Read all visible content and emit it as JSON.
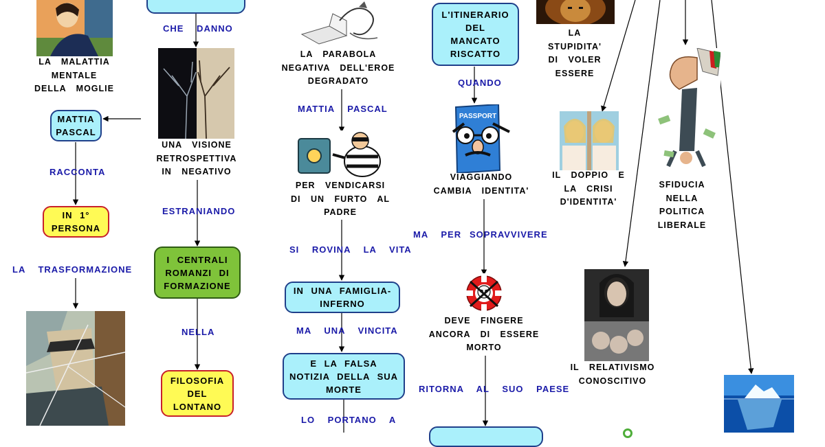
{
  "nodes": {
    "mattia_pascal": "MATTIA PASCAL",
    "in_1_persona": "IN 1° PERSONA",
    "centrali_romanzi": "I CENTRALI ROMANZI DI FORMAZIONE",
    "filosofia_lontano": "FILOSOFIA DEL LONTANO",
    "itinerario": "L'ITINERARIO DEL MANCATO RISCATTO",
    "famiglia_inferno": "IN UNA FAMIGLIA-INFERNO",
    "falsa_notizia": "E LA FALSA NOTIZIA DELLA SUA MORTE"
  },
  "links": {
    "che_danno": "CHE DANNO",
    "racconta": "RACCONTA",
    "la_trasformazione": "LA TRASFORMAZIONE",
    "estraniando": "ESTRANIANDO",
    "nella": "NELLA",
    "mattia_pascal": "MATTIA PASCAL",
    "si_rovina": "SI ROVINA LA VITA",
    "ma_una_vincita": "MA UNA VINCITA",
    "lo_portano": "LO PORTANO A",
    "quando": "QUANDO",
    "ma_per": "MA PER",
    "sopravvivere": "SOPRAVVIVERE",
    "ritorna": "RITORNA AL SUO PAESE"
  },
  "captions": {
    "malattia": "LA MALATTIA MENTALE DELLA MOGLIE",
    "visione": "UNA VISIONE RETROSPETTIVA IN NEGATIVO",
    "parabola": "LA PARABOLA NEGATIVA DELL'EROE DEGRADATO",
    "vendicarsi": "PER VENDICARSI DI UN FURTO AL PADRE",
    "viaggiando": "VIAGGIANDO CAMBIA IDENTITA'",
    "fingere": "DEVE FINGERE ANCORA DI ESSERE MORTO",
    "stupidita": "LA STUPIDITA' DI VOLER ESSERE",
    "doppio": "IL DOPPIO E LA CRISI D'IDENTITA'",
    "sfiducia": "SFIDUCIA NELLA POLITICA LIBERALE",
    "relativismo": "IL RELATIVISMO CONOSCITIVO"
  },
  "images": {
    "passport_text": "PASSPORT"
  },
  "colors": {
    "link_text": "#1a1aa8",
    "box_border": "#1f3f8a",
    "cyan_box": "#aaf0fb",
    "yellow_box": "#fffa55",
    "green_box": "#7fc33a",
    "line": "#000000"
  }
}
